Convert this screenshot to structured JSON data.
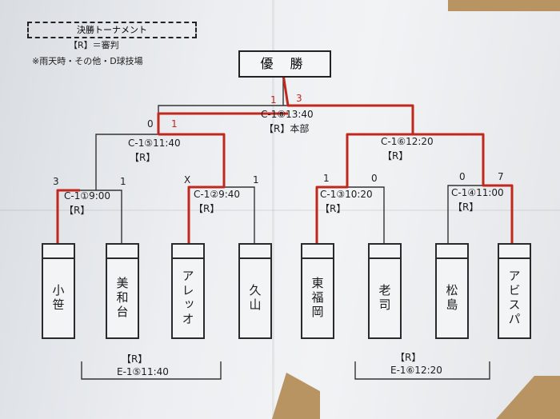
{
  "header": {
    "title": "決勝トーナメント",
    "referee_legend": "【R】＝審判",
    "rain_note": "※雨天時・その他・D球技場"
  },
  "final": {
    "winner_label": "優 勝",
    "match": "C-1⑧13:40",
    "referee": "【R】本部",
    "score_left": "1",
    "score_right": "3"
  },
  "semifinals": [
    {
      "match": "C-1⑤11:40",
      "referee": "【R】",
      "score_left": "0",
      "score_right": "1"
    },
    {
      "match": "C-1⑥12:20",
      "referee": "【R】",
      "score_left": "",
      "score_right": ""
    }
  ],
  "quarterfinals": [
    {
      "match": "C-1①9:00",
      "referee": "【R】",
      "score_left": "3",
      "score_right": "1"
    },
    {
      "match": "C-1②9:40",
      "referee": "【R】",
      "score_left": "X",
      "score_right": "1"
    },
    {
      "match": "C-1③10:20",
      "referee": "【R】",
      "score_left": "1",
      "score_right": "0"
    },
    {
      "match": "C-1④11:00",
      "referee": "【R】",
      "score_left": "0",
      "score_right": "7"
    }
  ],
  "teams": [
    "小笹",
    "美和台",
    "アレッオ",
    "久山",
    "東福岡",
    "老司",
    "松島",
    "アビスパ"
  ],
  "placement_matches": [
    {
      "referee": "【R】",
      "match": "E-1⑤11:40"
    },
    {
      "referee": "【R】",
      "match": "E-1⑥12:20"
    }
  ],
  "colors": {
    "winner_path": "#c0281e",
    "bracket": "#333333",
    "paper": "#eceef1"
  }
}
